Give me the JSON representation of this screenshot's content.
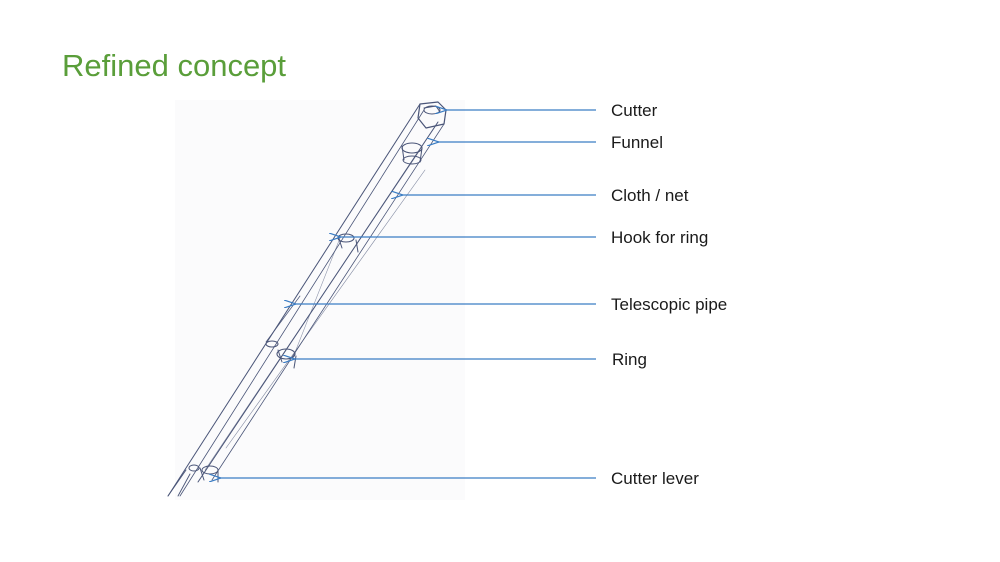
{
  "title": "Refined concept",
  "accent_color": "#5a9e3a",
  "arrow_color": "#3b7dc4",
  "labels": {
    "cutter": "Cutter",
    "funnel": "Funnel",
    "cloth_net": "Cloth / net",
    "hook_for_ring": "Hook for ring",
    "telescopic_pipe": "Telescopic pipe",
    "ring": "Ring",
    "cutter_lever": "Cutter lever"
  }
}
